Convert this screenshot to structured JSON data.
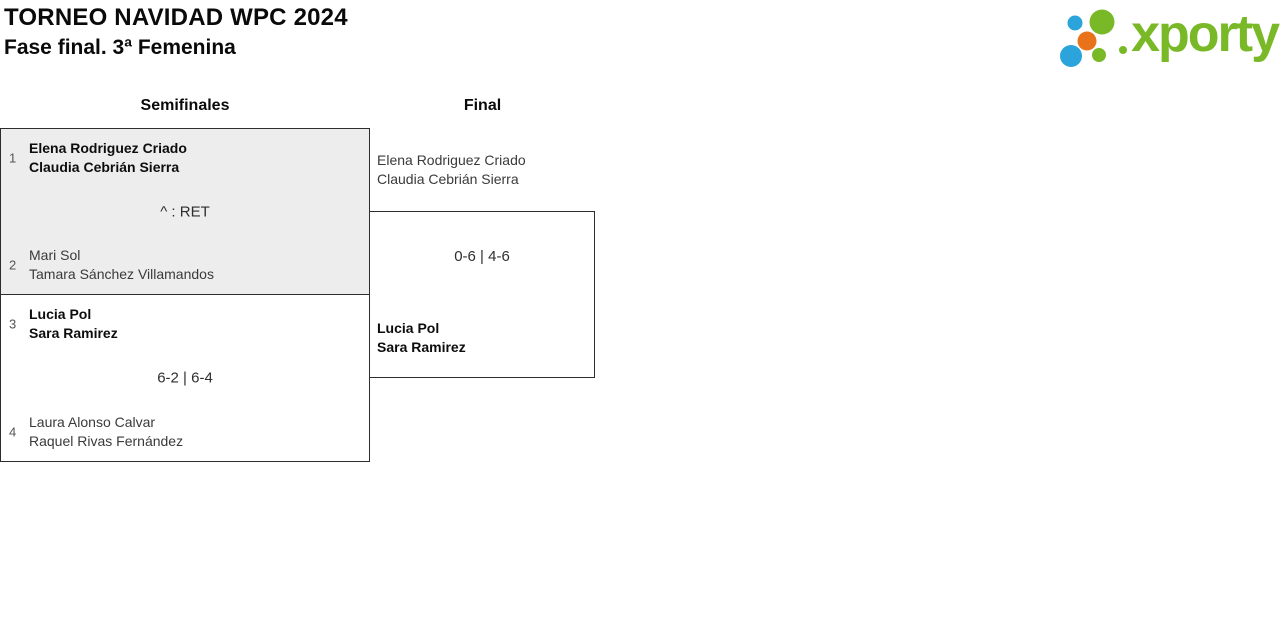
{
  "header": {
    "title": "TORNEO NAVIDAD WPC 2024",
    "subtitle": "Fase final. 3ª Femenina",
    "logo_text": "xporty"
  },
  "colors": {
    "logo_green": "#79b928",
    "logo_blue": "#2ba3db",
    "logo_orange": "#e8731a",
    "match_alt_fill": "#ededed",
    "box_border": "#2d2d2d"
  },
  "bracket": {
    "headers": [
      "Semifinales",
      "Final"
    ],
    "semifinals": [
      {
        "score": "^ : RET",
        "teams": [
          {
            "seed": "1",
            "winner": true,
            "players": [
              "Elena Rodriguez Criado",
              "Claudia Cebrián Sierra"
            ]
          },
          {
            "seed": "2",
            "winner": false,
            "players": [
              "Mari Sol",
              "Tamara Sánchez Villamandos"
            ]
          }
        ]
      },
      {
        "score": "6-2 | 6-4",
        "teams": [
          {
            "seed": "3",
            "winner": true,
            "players": [
              "Lucia Pol",
              "Sara Ramirez"
            ]
          },
          {
            "seed": "4",
            "winner": false,
            "players": [
              "Laura Alonso Calvar",
              "Raquel Rivas Fernández"
            ]
          }
        ]
      }
    ],
    "final": {
      "score": "0-6 | 4-6",
      "teams": [
        {
          "winner": false,
          "players": [
            "Elena Rodriguez Criado",
            "Claudia Cebrián Sierra"
          ]
        },
        {
          "winner": true,
          "players": [
            "Lucia Pol",
            "Sara Ramirez"
          ]
        }
      ]
    }
  }
}
